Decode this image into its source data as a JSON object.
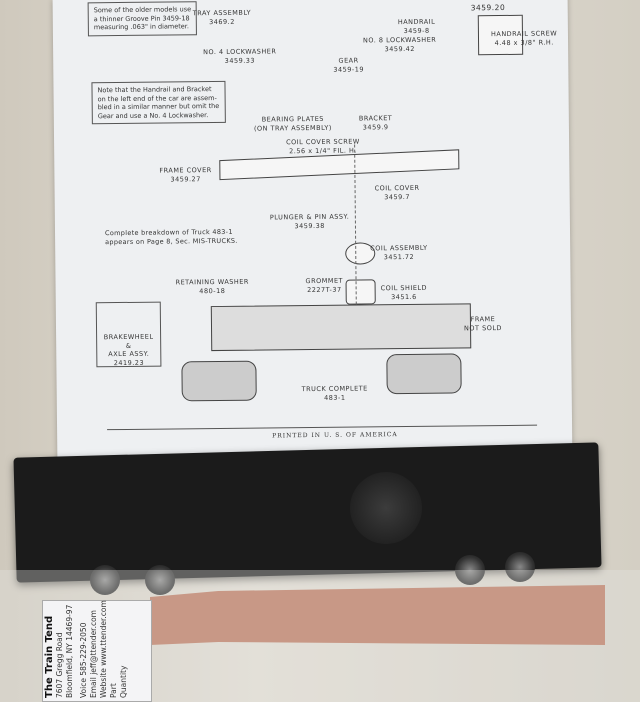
{
  "diagram": {
    "note_top": [
      "Some of the older models use",
      "a thinner Groove Pin 3459-18",
      "measuring .063\" in diameter."
    ],
    "note_handrail": [
      "Note that the Handrail and Bracket",
      "on the left end of the car are assem-",
      "bled in a similar manner but omit the",
      "Gear and use a No. 4 Lockwasher."
    ],
    "note_truck": [
      "Complete breakdown of Truck 483-1",
      "appears on Page 8, Sec. MIS-TRUCKS."
    ],
    "parts": [
      {
        "name": "TRAY ASSEMBLY",
        "number": "3469.2"
      },
      {
        "name": "",
        "number": "3459.20"
      },
      {
        "name": "HANDRAIL",
        "number": "3459-8"
      },
      {
        "name": "HANDRAIL SCREW",
        "number": "4.48 x 3/8\" R.H."
      },
      {
        "name": "NO. 8 LOCKWASHER",
        "number": "3459.42"
      },
      {
        "name": "NO. 4 LOCKWASHER",
        "number": "3459.33"
      },
      {
        "name": "GEAR",
        "number": "3459-19"
      },
      {
        "name": "BEARING PLATES",
        "number": "(ON TRAY ASSEMBLY)"
      },
      {
        "name": "BRACKET",
        "number": "3459.9"
      },
      {
        "name": "COIL COVER SCREW",
        "number": "2.56 x 1/4\" FIL. H."
      },
      {
        "name": "FRAME COVER",
        "number": "3459.27"
      },
      {
        "name": "COIL COVER",
        "number": "3459.7"
      },
      {
        "name": "PLUNGER & PIN ASSY.",
        "number": "3459.38"
      },
      {
        "name": "COIL ASSEMBLY",
        "number": "3451.72"
      },
      {
        "name": "RETAINING WASHER",
        "number": "480-18"
      },
      {
        "name": "GROMMET",
        "number": "2227T-37"
      },
      {
        "name": "COIL SHIELD",
        "number": "3451.6"
      },
      {
        "name": "FRAME",
        "number": "NOT SOLD"
      },
      {
        "name": "BRAKEWHEEL &",
        "number": "AXLE ASSY."
      },
      {
        "name": "TRUCK COMPLETE",
        "number": "483-1"
      }
    ],
    "brakewheel_number": "2419.23",
    "footer": "PRINTED IN U. S. OF AMERICA"
  },
  "card": {
    "title": "The Train Tend",
    "lines": [
      "7607 Gregg Road",
      "Bloomfield, NY 14469-97",
      "",
      "Voice 585-229-2050",
      "Email jeff@ttender.com",
      "Website www.ttender.com"
    ],
    "part_label": "Part",
    "quantity_label": "Quantity"
  },
  "colors": {
    "paper": "#eef0f2",
    "chassis": "#1b1b1b",
    "strip": "#b86f55"
  }
}
